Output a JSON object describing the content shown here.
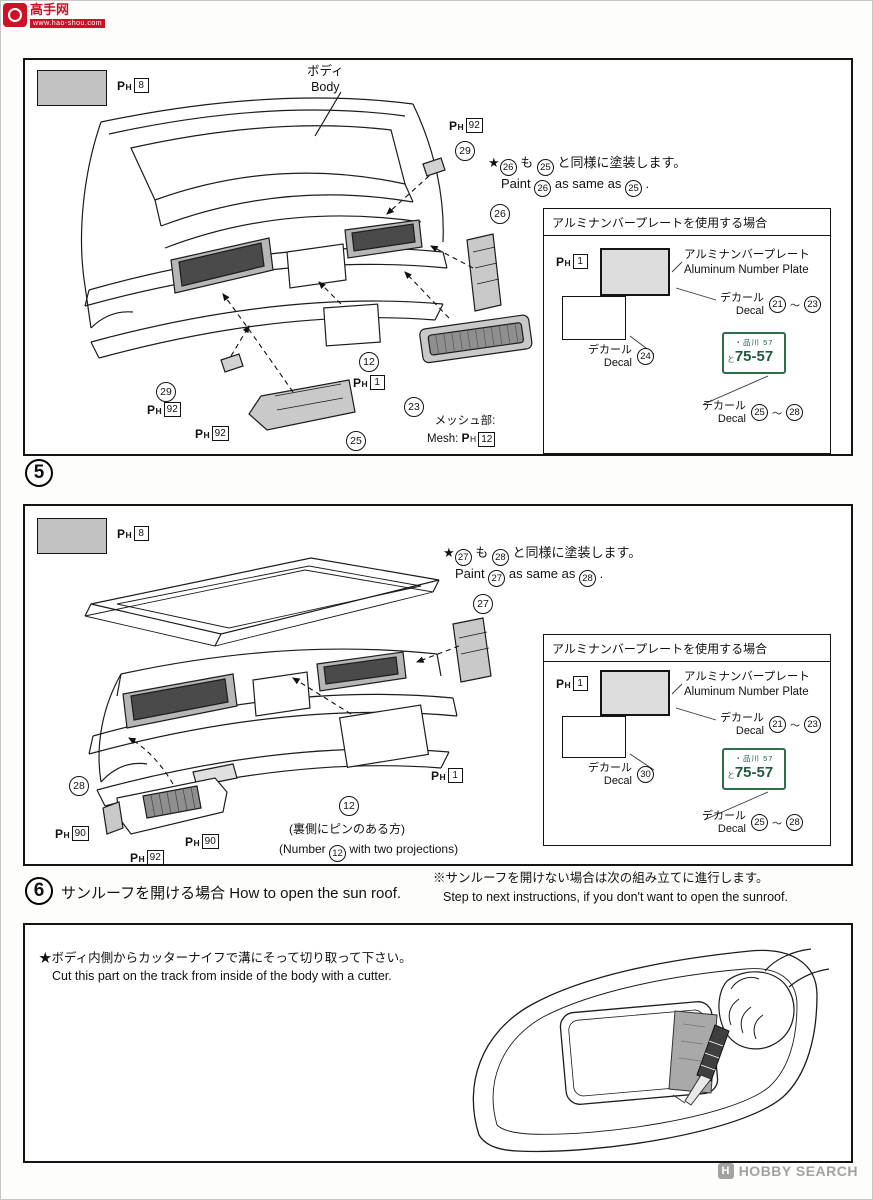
{
  "watermark": {
    "logo_text": "高手网",
    "logo_url": "www.hao-shou.com"
  },
  "footer_logo": {
    "icon_letter": "H",
    "text": "HOBBY SEARCH"
  },
  "paint": {
    "p": "P",
    "h": "H"
  },
  "colors": {
    "plate_green": "#2c6e49",
    "part_gray": "#c9c9c9",
    "mesh_gray": "#8f8f8f",
    "swatch_gray": "#c2c2c2"
  },
  "step5": {
    "num": "5"
  },
  "step6": {
    "num": "6",
    "title_jp": "サンルーフを開ける場合",
    "title_en": "How to open the sun roof.",
    "note_jp": "※サンルーフを開けない場合は次の組み立てに進行します。",
    "note_en": "Step to next instructions, if you don't want to open the sunroof."
  },
  "panel_top": {
    "swatch_code": "8",
    "body_jp": "ボディ",
    "body_en": "Body",
    "note_jp": {
      "star": "★",
      "n1": "26",
      "mid": "も",
      "n2": "25",
      "tail": "と同様に塗装します。"
    },
    "note_en": {
      "pre": "Paint",
      "n1": "26",
      "mid": "as same as",
      "n2": "25",
      "tail": "."
    },
    "clip_code": "92",
    "clip_part": "29",
    "tail_right_part": "26",
    "plate_part": "12",
    "plate_code": "1",
    "garnish_part": "23",
    "mesh_jp": "メッシュ部:",
    "mesh_en": "Mesh:",
    "mesh_code": "12",
    "corner_part": "29",
    "corner_code_a": "92",
    "corner_code_b": "92",
    "tail_left_part": "25"
  },
  "plate_box_top": {
    "title": "アルミナンバープレートを使用する場合",
    "code": "1",
    "name_jp": "アルミナンバープレート",
    "name_en": "Aluminum Number Plate",
    "decal_jp": "デカール",
    "decal_en": "Decal",
    "tilde": "～",
    "range1_from": "21",
    "range1_to": "23",
    "single": "24",
    "range2_from": "25",
    "range2_to": "28",
    "plate": {
      "dot": "・",
      "region": "品川",
      "class": "57",
      "hira": "と",
      "number": "75-57"
    }
  },
  "panel_bottom": {
    "swatch_code": "8",
    "note_jp": {
      "star": "★",
      "n1": "27",
      "mid": "も",
      "n2": "28",
      "tail": "と同様に塗装します。"
    },
    "note_en": {
      "pre": "Paint",
      "n1": "27",
      "mid": "as same as",
      "n2": "28",
      "tail": "."
    },
    "tail_right_part": "27",
    "corner_part": "28",
    "corner_code_a": "90",
    "corner_code_b": "92",
    "corner_code_c": "90",
    "plate_part": "12",
    "plate_code": "1",
    "pin_jp": "(裏側にピンのある方)",
    "pin_en_pre": "(Number",
    "pin_en_num": "12",
    "pin_en_post": "with two projections)"
  },
  "plate_box_bottom": {
    "title": "アルミナンバープレートを使用する場合",
    "code": "1",
    "name_jp": "アルミナンバープレート",
    "name_en": "Aluminum Number Plate",
    "decal_jp": "デカール",
    "decal_en": "Decal",
    "tilde": "～",
    "range1_from": "21",
    "range1_to": "23",
    "single": "30",
    "range2_from": "25",
    "range2_to": "28",
    "plate": {
      "dot": "・",
      "region": "品川",
      "class": "57",
      "hira": "と",
      "number": "75-57"
    }
  },
  "panel_cut": {
    "note_jp": "★ボディ内側からカッターナイフで溝にそって切り取って下さい。",
    "note_en": "Cut this part on the track from inside of the body with a cutter."
  }
}
